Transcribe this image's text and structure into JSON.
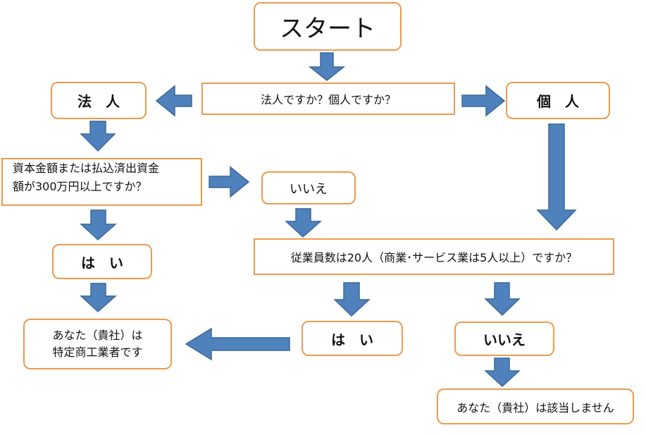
{
  "nodes": {
    "start": "スタート",
    "question_type": "法人ですか？個人ですか？",
    "corporation": "法　人",
    "individual": "個　人",
    "capital_q_line1": "資本金額または払込済出資金",
    "capital_q_line2": "額が300万円以上ですか？",
    "capital_no": "いいえ",
    "capital_yes": "は　い",
    "employee_q": "従業員数は20人（商業･サービス業は5人以上）ですか？",
    "employee_yes": "は　い",
    "employee_no": "いいえ",
    "result_yes_line1": "あなた（貴社）は",
    "result_yes_line2": "特定商工業者です",
    "result_no": "あなた（貴社）は該当しません"
  },
  "colors": {
    "box_border": "#ED9A4D",
    "arrow_fill": "#4F81BD"
  }
}
